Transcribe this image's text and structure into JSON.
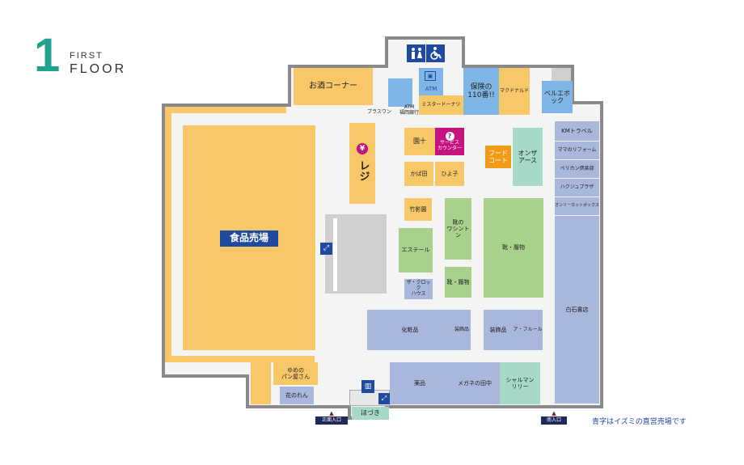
{
  "floor": {
    "number": "1",
    "line1": "FIRST",
    "line2": "FLOOR"
  },
  "shops": {
    "sake": "お酒コーナー",
    "food": "食品売場",
    "register": "レジ",
    "plaswan": "プラスワン",
    "atm_bank": "ATM\n福岡銀行",
    "atm": "ATM",
    "misdo": "ミスタードーナツ",
    "hoken": "保険の\n110番!!",
    "mcd": "マクドナルド",
    "bellbox": "ベルエボック",
    "koju": "園十",
    "service": "サービス\nカウンター",
    "foodcourt": "フード\nコート",
    "onza": "オンザ\nアース",
    "kabata": "かば田",
    "hiyoko": "ひよ子",
    "takeyabu": "竹影園",
    "washington": "靴の\nワシントン",
    "shoes_big": "靴・履物",
    "esteel": "エステール",
    "clock": "ザ・クロック\nハウス",
    "shoes_small": "靴・履物",
    "cosme": "化粧品",
    "jewelry1": "装飾品",
    "jewelry2": "装飾品",
    "afleur": "ア・フルール",
    "km": "KMトラベル",
    "mama": "ママのリフォーム",
    "pelican": "ペリカン倶楽部",
    "hakuju": "ハクジュプラザ",
    "only": "オンリーカットボックス",
    "shiraishi": "白石書店",
    "yumeno": "ゆめの\nパン屋さん",
    "hanano": "花のれん",
    "yakuhin": "薬品",
    "megane": "メガネの田中",
    "charman": "シャルマン\nリリー",
    "hozuki": "ほづき"
  },
  "entrances": {
    "main": "正面入口",
    "south": "南入口"
  },
  "note": "青字はイズミの直営売場です",
  "icons": {
    "restroom": "restroom-icon",
    "wheelchair": "wheelchair-icon",
    "yen": "yen-icon",
    "question": "question-icon",
    "escalator": "escalator-icon",
    "atm": "atm-icon",
    "elevator": "elevator-icon"
  },
  "colors": {
    "accent": "#1fa38f",
    "direct": "#1f4aa0",
    "yellow": "#f8c868",
    "blue": "#a9b7dd",
    "green": "#a8d28c",
    "teal": "#a6d9c6",
    "skyblue": "#7fb6e6",
    "orange": "#f29b18",
    "magenta": "#c6127f"
  }
}
